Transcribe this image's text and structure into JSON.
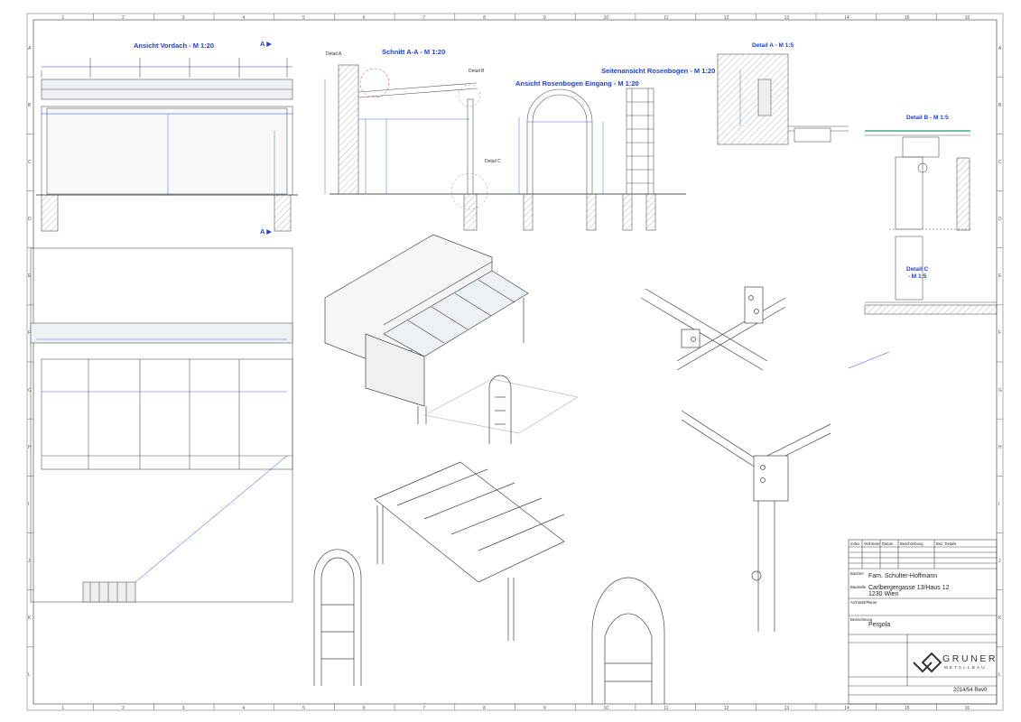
{
  "frame": {
    "columns": [
      "1",
      "2",
      "3",
      "4",
      "5",
      "6",
      "7",
      "8",
      "9",
      "10",
      "11",
      "12",
      "13",
      "14",
      "15",
      "16"
    ],
    "rows": [
      "A",
      "B",
      "C",
      "D",
      "E",
      "F",
      "G",
      "H",
      "I",
      "J",
      "K",
      "L"
    ]
  },
  "views": {
    "front": "Ansicht Vordach - M 1:20",
    "section": "Schnitt A-A - M 1:20",
    "rose_entry": "Ansicht Rosenbogen Eingang - M 1:20",
    "rose_side": "Seitenansicht Rosenbogen - M 1:20",
    "detail_a": "Detail A - M 1:5",
    "detail_b": "Detail B - M 1:5",
    "detail_c": "Detail C\n- M 1:5"
  },
  "section_marks": {
    "a": "A"
  },
  "callouts": {
    "detail_a": "Detail A",
    "detail_b": "Detail B",
    "detail_c": "Detail C"
  },
  "title_block": {
    "revision_headers": [
      "Index",
      "Verfasser",
      "Datum",
      "Beschreibung",
      "Bez. Details"
    ],
    "client_label": "Bauherr",
    "client_name": "Fam. Schulter-Hoffmann",
    "site_label": "Baustelle",
    "site_address_1": "Carlbergergasse 13/Haus 12",
    "site_address_2": "1230 Wien",
    "architect_label": "Architekt/Planer",
    "designation_label": "Bezeichnung",
    "designation": "Pergola",
    "drawing_number": "2014/54 Rev0",
    "company_word": "GRUNER",
    "company_sub": "METALLBAU"
  }
}
